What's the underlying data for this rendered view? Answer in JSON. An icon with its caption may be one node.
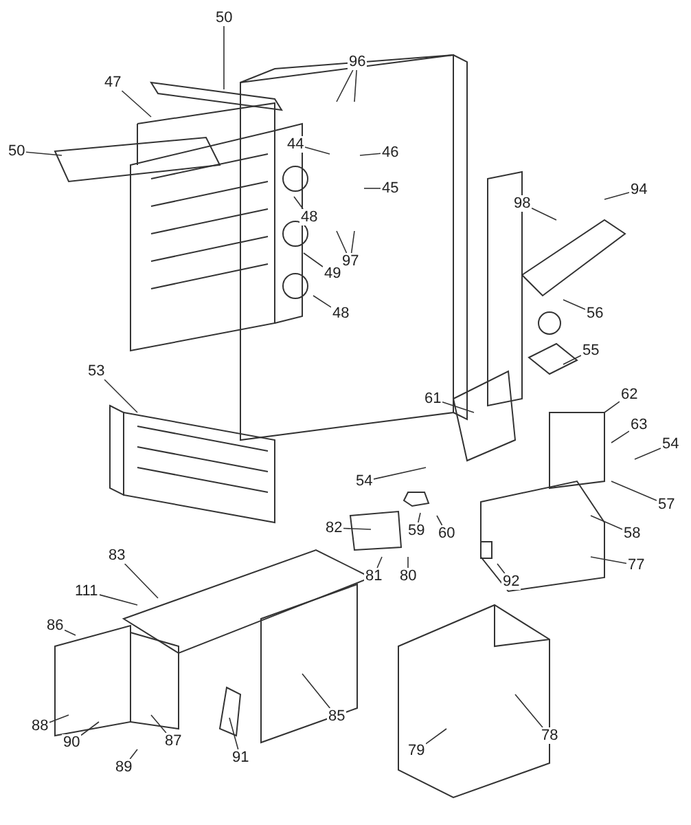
{
  "diagram": {
    "nodes": [
      {
        "text": [
          "50"
        ]
      },
      {
        "text": [
          "96"
        ]
      },
      {
        "text": [
          "47"
        ]
      },
      {
        "text": [
          "50"
        ]
      },
      {
        "text": [
          "44"
        ]
      },
      {
        "text": [
          "46"
        ]
      },
      {
        "text": [
          "45"
        ]
      },
      {
        "text": [
          "94"
        ]
      },
      {
        "text": [
          "98"
        ]
      },
      {
        "text": [
          "48"
        ]
      },
      {
        "text": [
          "97"
        ]
      },
      {
        "text": [
          "49"
        ]
      },
      {
        "text": [
          "48"
        ]
      },
      {
        "text": [
          "56"
        ]
      },
      {
        "text": [
          "55"
        ]
      },
      {
        "text": [
          "53"
        ]
      },
      {
        "text": [
          "62"
        ]
      },
      {
        "text": [
          "61"
        ]
      },
      {
        "text": [
          "63"
        ]
      },
      {
        "text": [
          "54"
        ]
      },
      {
        "text": [
          "54"
        ]
      },
      {
        "text": [
          "57"
        ]
      },
      {
        "text": [
          "60"
        ]
      },
      {
        "text": [
          "59"
        ]
      },
      {
        "text": [
          "58"
        ]
      },
      {
        "text": [
          "82"
        ]
      },
      {
        "text": [
          "81"
        ]
      },
      {
        "text": [
          "80"
        ]
      },
      {
        "text": [
          "92"
        ]
      },
      {
        "text": [
          "77"
        ]
      },
      {
        "text": [
          "83"
        ]
      },
      {
        "text": [
          "111"
        ]
      },
      {
        "text": [
          "86"
        ]
      },
      {
        "text": [
          "85"
        ]
      },
      {
        "text": [
          "88"
        ]
      },
      {
        "text": [
          "90"
        ]
      },
      {
        "text": [
          "87"
        ]
      },
      {
        "text": [
          "91"
        ]
      },
      {
        "text": [
          "89"
        ]
      },
      {
        "text": [
          "79"
        ]
      },
      {
        "text": [
          "78"
        ]
      }
    ],
    "edges": [
      {
        "from": 0,
        "to": null,
        "arrow": "none"
      },
      {
        "from": 1,
        "to": null,
        "arrow": "none"
      },
      {
        "from": 1,
        "to": null,
        "arrow": "none"
      },
      {
        "from": 2,
        "to": null,
        "arrow": "none"
      },
      {
        "from": 3,
        "to": null,
        "arrow": "none"
      },
      {
        "from": 4,
        "to": null,
        "arrow": "none"
      },
      {
        "from": 5,
        "to": null,
        "arrow": "none"
      },
      {
        "from": 6,
        "to": null,
        "arrow": "none"
      },
      {
        "from": 7,
        "to": null,
        "arrow": "none"
      },
      {
        "from": 8,
        "to": null,
        "arrow": "none"
      },
      {
        "from": 9,
        "to": null,
        "arrow": "none"
      },
      {
        "from": 10,
        "to": null,
        "arrow": "none"
      },
      {
        "from": 10,
        "to": null,
        "arrow": "none"
      },
      {
        "from": 11,
        "to": null,
        "arrow": "none"
      },
      {
        "from": 12,
        "to": null,
        "arrow": "none"
      },
      {
        "from": 13,
        "to": null,
        "arrow": "none"
      },
      {
        "from": 14,
        "to": null,
        "arrow": "none"
      },
      {
        "from": 15,
        "to": null,
        "arrow": "none"
      },
      {
        "from": 16,
        "to": null,
        "arrow": "none"
      },
      {
        "from": 17,
        "to": null,
        "arrow": "none"
      },
      {
        "from": 18,
        "to": null,
        "arrow": "none"
      },
      {
        "from": 19,
        "to": null,
        "arrow": "none"
      },
      {
        "from": 20,
        "to": null,
        "arrow": "none"
      },
      {
        "from": 21,
        "to": null,
        "arrow": "none"
      },
      {
        "from": 22,
        "to": null,
        "arrow": "none"
      },
      {
        "from": 23,
        "to": null,
        "arrow": "none"
      },
      {
        "from": 24,
        "to": null,
        "arrow": "none"
      },
      {
        "from": 25,
        "to": null,
        "arrow": "none"
      },
      {
        "from": 26,
        "to": null,
        "arrow": "none"
      },
      {
        "from": 27,
        "to": null,
        "arrow": "none"
      },
      {
        "from": 28,
        "to": null,
        "arrow": "none"
      },
      {
        "from": 29,
        "to": null,
        "arrow": "none"
      },
      {
        "from": 30,
        "to": null,
        "arrow": "none"
      },
      {
        "from": 31,
        "to": null,
        "arrow": "none"
      },
      {
        "from": 32,
        "to": null,
        "arrow": "none"
      },
      {
        "from": 33,
        "to": null,
        "arrow": "none"
      },
      {
        "from": 34,
        "to": null,
        "arrow": "none"
      },
      {
        "from": 35,
        "to": null,
        "arrow": "none"
      },
      {
        "from": 36,
        "to": null,
        "arrow": "none"
      },
      {
        "from": 37,
        "to": null,
        "arrow": "none"
      },
      {
        "from": 38,
        "to": null,
        "arrow": "none"
      },
      {
        "from": 39,
        "to": null,
        "arrow": "none"
      },
      {
        "from": 40,
        "to": null,
        "arrow": "none"
      }
    ]
  }
}
